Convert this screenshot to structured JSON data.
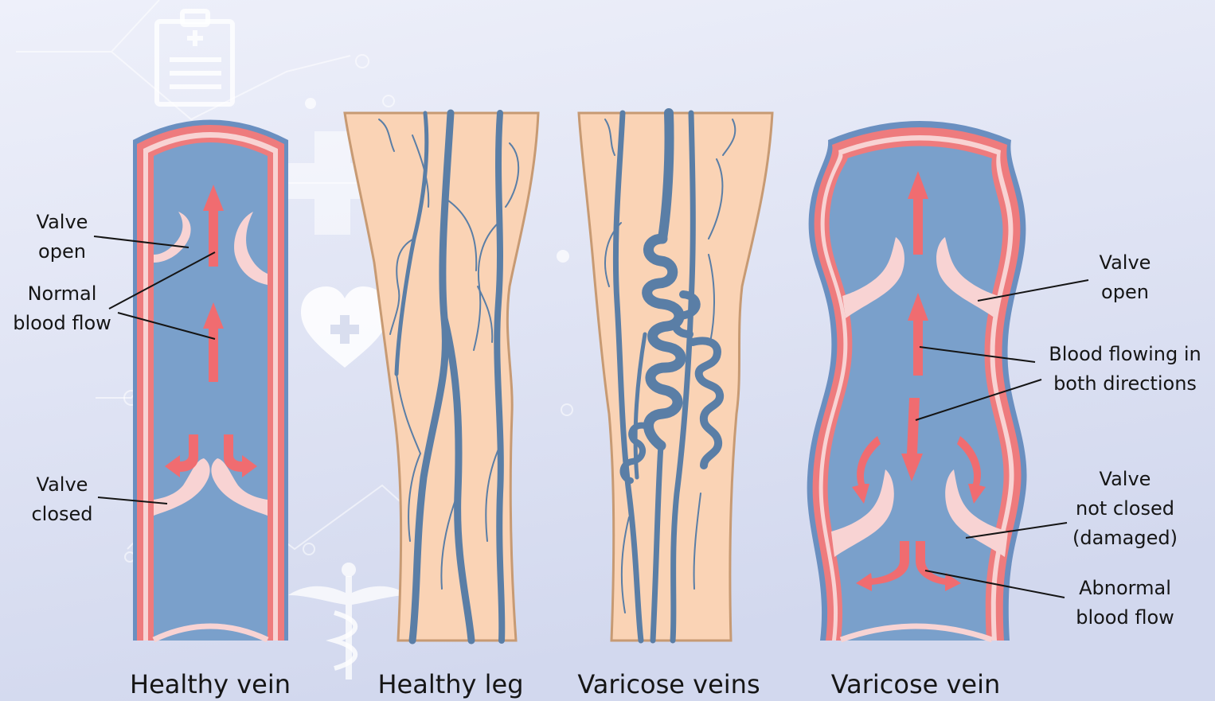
{
  "colors": {
    "background_top": "#eceff9",
    "background_bottom": "#d3d9ef",
    "vein_blue": "#7aa0cb",
    "vein_dark_blue": "#5a7ea6",
    "wall_red": "#ee7b7d",
    "wall_pink": "#f8d3d3",
    "arrow_red": "#f06c70",
    "skin": "#fad3b5",
    "skin_outline": "#c79a73",
    "text": "#151515"
  },
  "icons": [
    "clipboard-medical-icon",
    "heart-plus-icon",
    "caduceus-icon",
    "medical-cross-icon"
  ],
  "labels": {
    "healthy_valve_open": "Valve\nopen",
    "healthy_normal_flow": "Normal\nblood flow",
    "healthy_valve_closed": "Valve\nclosed",
    "varicose_valve_open": "Valve\nopen",
    "varicose_both_directions": "Blood flowing in\nboth directions",
    "varicose_valve_not_closed": "Valve\nnot closed\n(damaged)",
    "varicose_abnormal_flow": "Abnormal\nblood flow"
  },
  "captions": {
    "healthy_vein": "Healthy vein",
    "healthy_leg": "Healthy leg",
    "varicose_veins": "Varicose veins",
    "varicose_vein": "Varicose vein"
  }
}
